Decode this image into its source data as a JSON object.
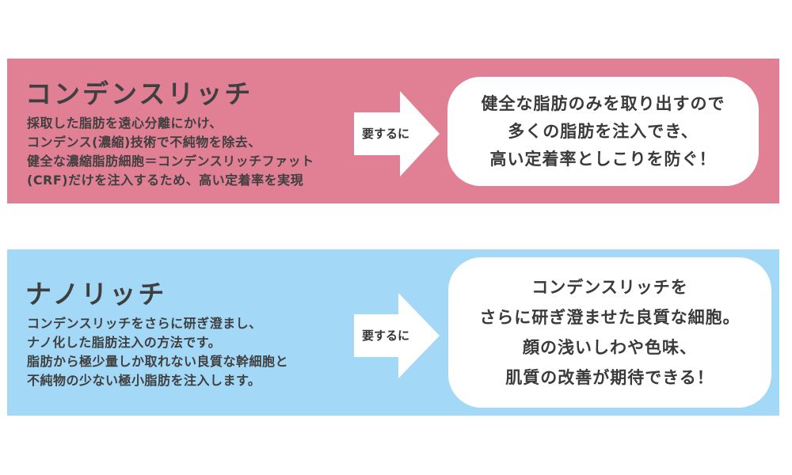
{
  "colors": {
    "pink_panel": "#e17f95",
    "blue_panel": "#a3d8f7",
    "text": "#3f3f3f",
    "bubble": "#ffffff"
  },
  "sections": [
    {
      "title": "コンデンスリッチ",
      "description": [
        "採取した脂肪を遠心分離にかけ、",
        "コンデンス(濃縮)技術で不純物を除去、",
        "健全な濃縮脂肪細胞＝コンデンスリッチファット",
        "(CRF)だけを注入するため、高い定着率を実現"
      ],
      "arrow_label": "要するに",
      "arrow_icon": "right-arrow-icon",
      "summary": [
        "健全な脂肪のみを取り出すので",
        "多くの脂肪を注入でき、",
        "高い定着率としこりを防ぐ！"
      ]
    },
    {
      "title": "ナノリッチ",
      "description": [
        "コンデンスリッチをさらに研ぎ澄まし、",
        "ナノ化した脂肪注入の方法です。",
        "脂肪から極少量しか取れない良質な幹細胞と",
        "不純物の少ない極小脂肪を注入します。"
      ],
      "arrow_label": "要するに",
      "arrow_icon": "right-arrow-icon",
      "summary": [
        "コンデンスリッチを",
        "さらに研ぎ澄ませた良質な細胞。",
        "顔の浅いしわや色味、",
        "肌質の改善が期待できる！"
      ]
    }
  ]
}
